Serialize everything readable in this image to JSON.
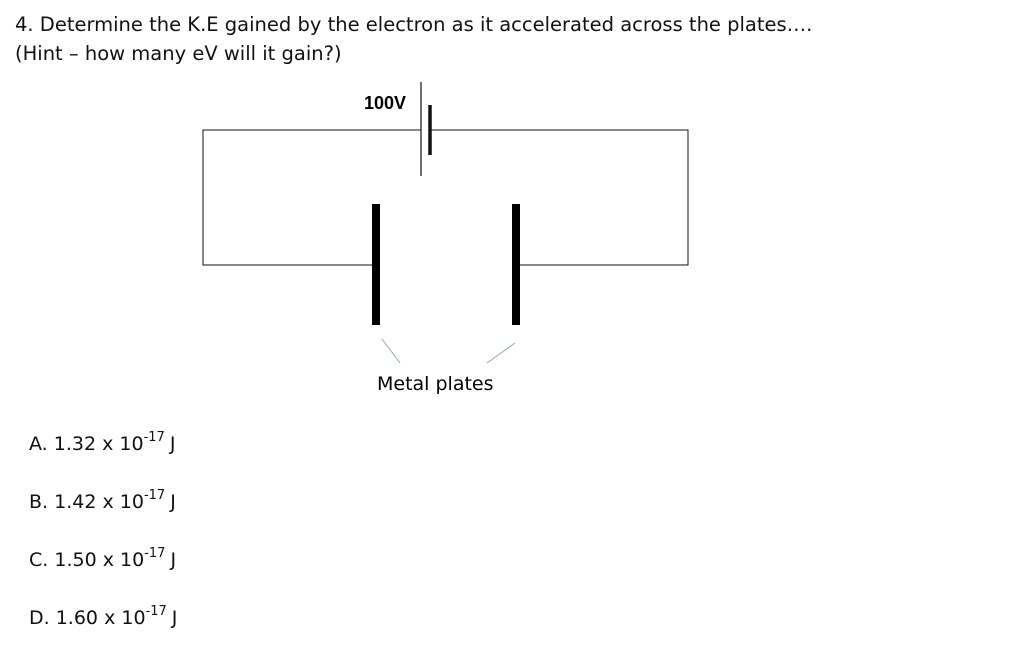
{
  "question": {
    "line1": "4. Determine the K.E gained by the electron as it accelerated across the plates….",
    "line2": "(Hint – how many eV will it gain?)"
  },
  "diagram": {
    "battery_label": "100V",
    "plates_label": "Metal plates"
  },
  "options": [
    {
      "letter": "A.",
      "mantissa": "1.32",
      "times": "x",
      "base": "10",
      "exponent": "-17",
      "unit": "J"
    },
    {
      "letter": "B.",
      "mantissa": "1.42",
      "times": "x",
      "base": "10",
      "exponent": "-17",
      "unit": "J"
    },
    {
      "letter": "C.",
      "mantissa": "1.50",
      "times": "x",
      "base": "10",
      "exponent": "-17",
      "unit": "J"
    },
    {
      "letter": "D.",
      "mantissa": "1.60",
      "times": "x",
      "base": "10",
      "exponent": "-17",
      "unit": "J"
    }
  ]
}
